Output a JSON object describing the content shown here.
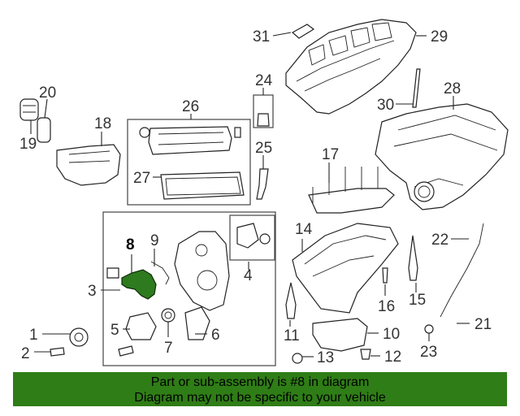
{
  "callouts": [
    "1",
    "2",
    "3",
    "4",
    "5",
    "6",
    "7",
    "8",
    "9",
    "10",
    "11",
    "12",
    "13",
    "14",
    "15",
    "16",
    "17",
    "18",
    "19",
    "20",
    "21",
    "22",
    "23",
    "24",
    "25",
    "26",
    "27",
    "28",
    "29",
    "30",
    "31"
  ],
  "highlight_color": "#2f7d16",
  "banner": {
    "line1": "Part or sub-assembly is #8 in diagram",
    "line2": "Diagram may not be specific to your vehicle"
  }
}
